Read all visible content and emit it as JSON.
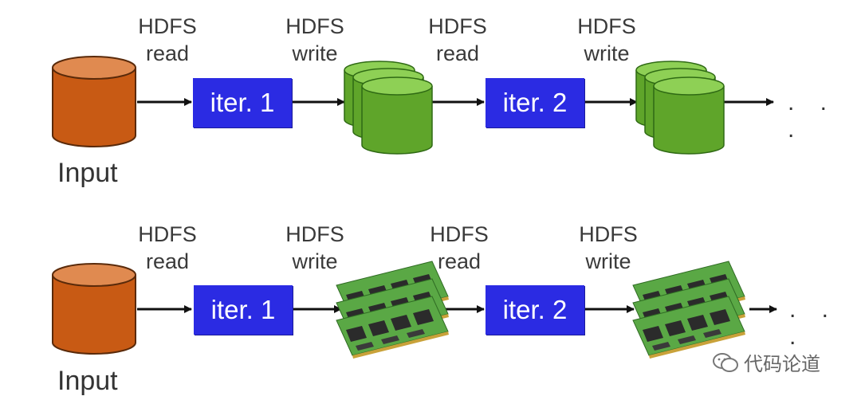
{
  "rows": [
    {
      "input_label": "Input",
      "labels": [
        {
          "line1": "HDFS",
          "line2": "read"
        },
        {
          "line1": "HDFS",
          "line2": "write"
        },
        {
          "line1": "HDFS",
          "line2": "read"
        },
        {
          "line1": "HDFS",
          "line2": "write"
        }
      ],
      "iter1": "iter. 1",
      "iter2": "iter. 2",
      "ellipsis": ". . ."
    },
    {
      "input_label": "Input",
      "labels": [
        {
          "line1": "HDFS",
          "line2": "read"
        },
        {
          "line1": "HDFS",
          "line2": "write"
        },
        {
          "line1": "HDFS",
          "line2": "read"
        },
        {
          "line1": "HDFS",
          "line2": "write"
        }
      ],
      "iter1": "iter. 1",
      "iter2": "iter. 2",
      "ellipsis": ". . ."
    }
  ],
  "watermark": "代码论道",
  "colors": {
    "input_disk": "#c85a14",
    "hdfs_disk": "#5fa52a",
    "iter_box": "#2b2be3",
    "memory_pcb": "#4f9a3c"
  }
}
